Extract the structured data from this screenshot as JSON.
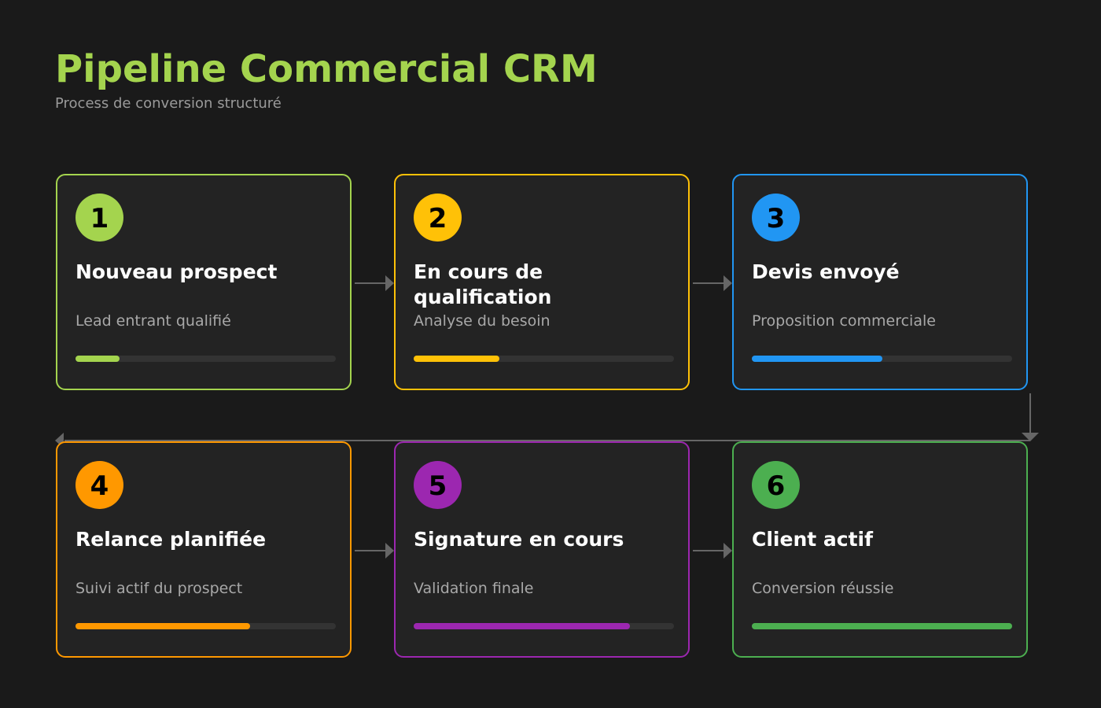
{
  "header": {
    "title": "Pipeline Commercial CRM",
    "subtitle": "Process de conversion structuré"
  },
  "colors": {
    "background": "#1a1a1a",
    "card_background": "#232323",
    "connector": "#666666",
    "title": "#a4d44e"
  },
  "stages": [
    {
      "number": "1",
      "title": "Nouveau prospect",
      "description": "Lead entrant qualifié",
      "color": "#a4d44e",
      "progress": 17
    },
    {
      "number": "2",
      "title": "En cours de qualification",
      "description": "Analyse du besoin",
      "color": "#ffc107",
      "progress": 33
    },
    {
      "number": "3",
      "title": "Devis envoyé",
      "description": "Proposition commerciale",
      "color": "#2196f3",
      "progress": 50
    },
    {
      "number": "4",
      "title": "Relance planifiée",
      "description": "Suivi actif du prospect",
      "color": "#ff9800",
      "progress": 67
    },
    {
      "number": "5",
      "title": "Signature en cours",
      "description": "Validation finale",
      "color": "#9c27b0",
      "progress": 83
    },
    {
      "number": "6",
      "title": "Client actif",
      "description": "Conversion réussie",
      "color": "#4caf50",
      "progress": 100
    }
  ]
}
